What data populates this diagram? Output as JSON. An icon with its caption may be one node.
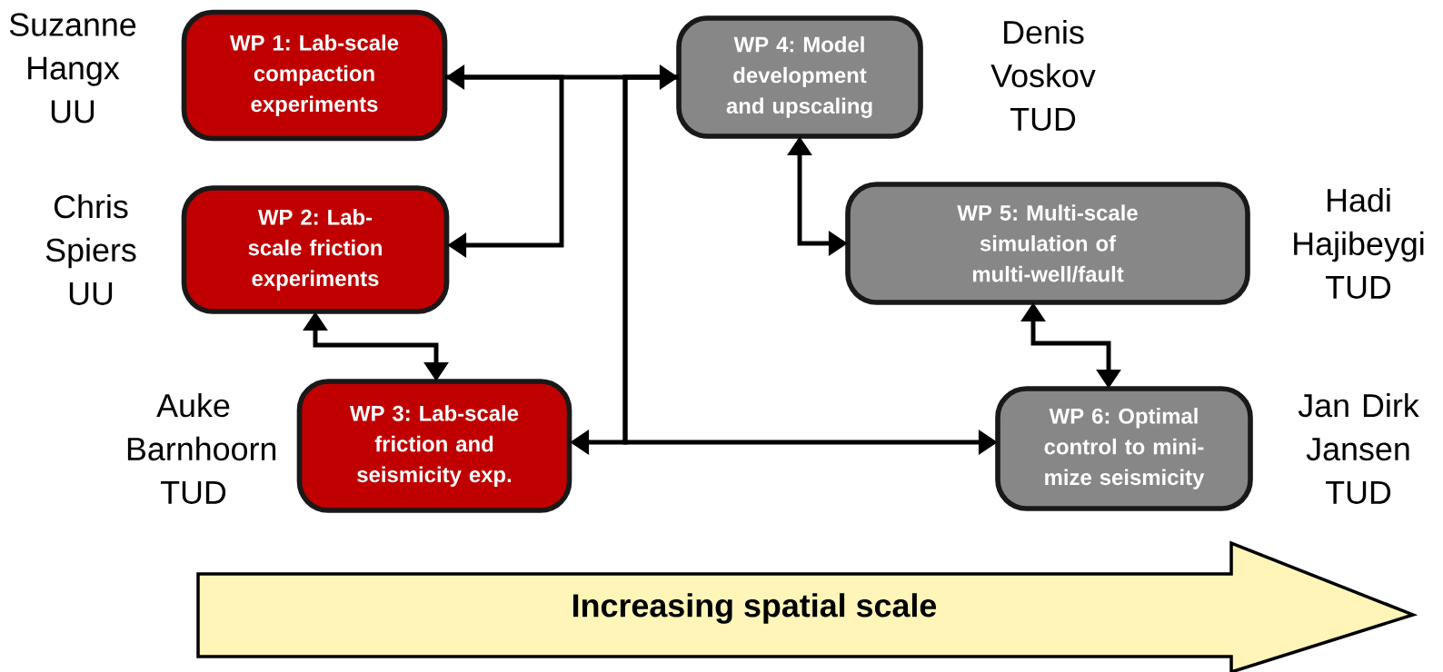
{
  "diagram": {
    "nodes": [
      {
        "text": [
          "WP 1: Lab-scale compaction experiments"
        ],
        "beside": [
          "Suzanne Hangx UU"
        ]
      },
      {
        "text": [
          "WP 2: Lab-scale friction experiments"
        ],
        "beside": [
          "Chris Spiers UU"
        ]
      },
      {
        "text": [
          "WP 3: Lab-scale friction and seismicity exp."
        ],
        "beside": [
          "Auke Barnhoorn TUD"
        ]
      },
      {
        "text": [
          "WP 4: Model development and upscaling"
        ],
        "beside": [
          "Denis Voskov TUD"
        ]
      },
      {
        "text": [
          "WP 5: Multi-scale simulation of multi-well/fault"
        ],
        "beside": [
          "Hadi Hajibeygi TUD"
        ]
      },
      {
        "text": [
          "WP 6: Optimal control  to mini-mize seismicity"
        ],
        "beside": [
          "Jan Dirk Jansen TUD"
        ]
      },
      {
        "text": [
          "Increasing spatial scale"
        ]
      }
    ],
    "edges": [
      {
        "from": 0,
        "to": 3,
        "arrow": "both"
      },
      {
        "from": 0,
        "to": 1,
        "arrow": "to"
      },
      {
        "from": 3,
        "to": 2,
        "arrow": "to"
      },
      {
        "from": 3,
        "to": 5,
        "arrow": "to"
      },
      {
        "from": 1,
        "to": 2,
        "arrow": "both"
      },
      {
        "from": 3,
        "to": 4,
        "arrow": "both"
      },
      {
        "from": 4,
        "to": 5,
        "arrow": "both"
      }
    ]
  }
}
